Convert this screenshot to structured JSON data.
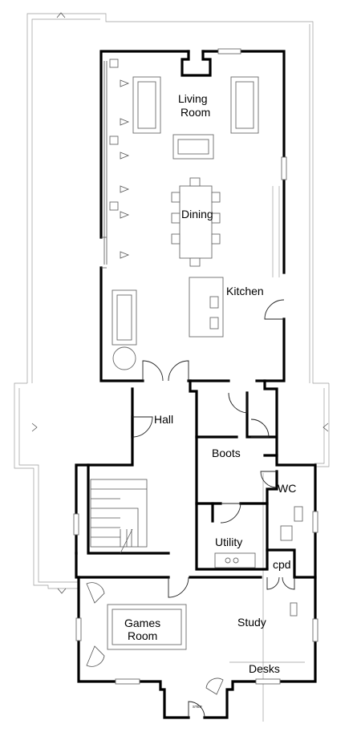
{
  "rooms": {
    "living_line1": "Living",
    "living_line2": "Room",
    "dining": "Dining",
    "kitchen": "Kitchen",
    "hall": "Hall",
    "boots": "Boots",
    "wc": "WC",
    "utility": "Utility",
    "cpd": "cpd",
    "games_line1": "Games",
    "games_line2": "Room",
    "study": "Study",
    "desks": "Desks",
    "step": "STEP"
  }
}
